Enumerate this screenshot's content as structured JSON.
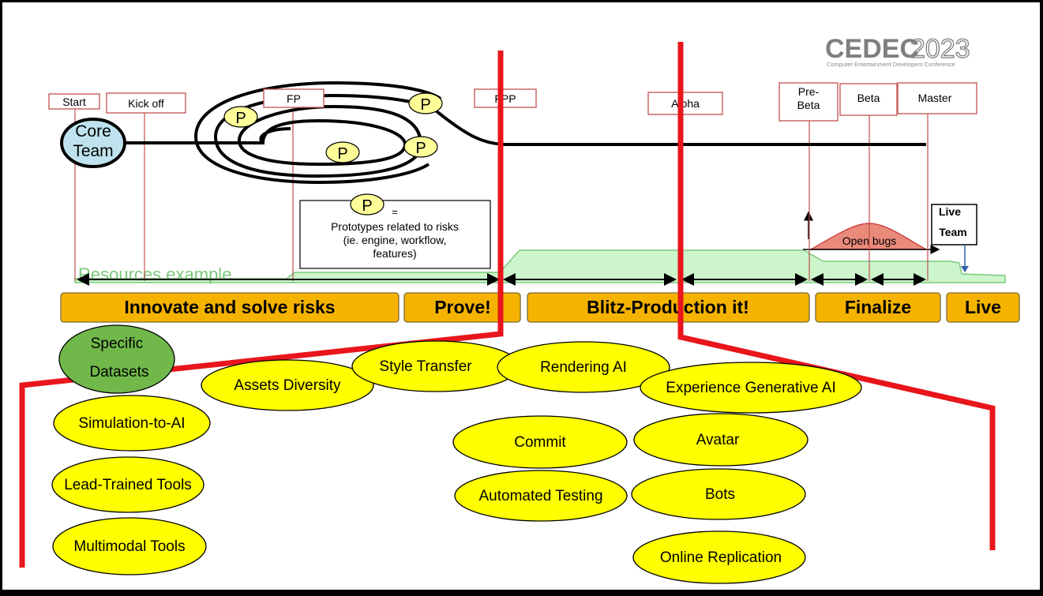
{
  "logo": {
    "brand": "CEDEC",
    "year": "2023",
    "subtitle": "Computer Entertainment Developers Conference"
  },
  "core_team": {
    "line1": "Core",
    "line2": "Team"
  },
  "milestones": {
    "start": "Start",
    "kickoff": "Kick off",
    "fp": "FP",
    "fpp": "FPP",
    "alpha": "Alpha",
    "prebeta_line1": "Pre-",
    "prebeta_line2": "Beta",
    "beta": "Beta",
    "master": "Master"
  },
  "prototype_marker": "P",
  "legend": {
    "equals": "=",
    "line1": "Prototypes related to risks",
    "line2": "(ie. engine, workflow,",
    "line3": "features)"
  },
  "live_team": {
    "line1": "Live",
    "line2": "Team"
  },
  "open_bugs": "Open bugs",
  "resources_label": "Resources example",
  "phases": {
    "innovate": "Innovate and solve risks",
    "prove": "Prove!",
    "blitz": "Blitz-Production it!",
    "finalize": "Finalize",
    "live": "Live"
  },
  "ai_topics": {
    "specific_datasets_line1": "Specific",
    "specific_datasets_line2": "Datasets",
    "assets_diversity": "Assets Diversity",
    "style_transfer": "Style Transfer",
    "rendering_ai": "Rendering AI",
    "experience_generative_ai": "Experience Generative AI",
    "simulation_to_ai": "Simulation-to-AI",
    "commit": "Commit",
    "avatar": "Avatar",
    "lead_trained_tools": "Lead-Trained Tools",
    "automated_testing": "Automated Testing",
    "bots": "Bots",
    "multimodal_tools": "Multimodal Tools",
    "online_replication": "Online Replication"
  },
  "colors": {
    "phase_fill": "#f5b300",
    "ellipse_fill": "#ffff00",
    "datasets_fill": "#70b84a",
    "core_fill": "#bfe3ee",
    "resources_fill": "#ccf5cc",
    "bugs_fill": "#ea8a7a",
    "red_line": "#e8161c",
    "logo_grey": "#8a8a8a"
  }
}
